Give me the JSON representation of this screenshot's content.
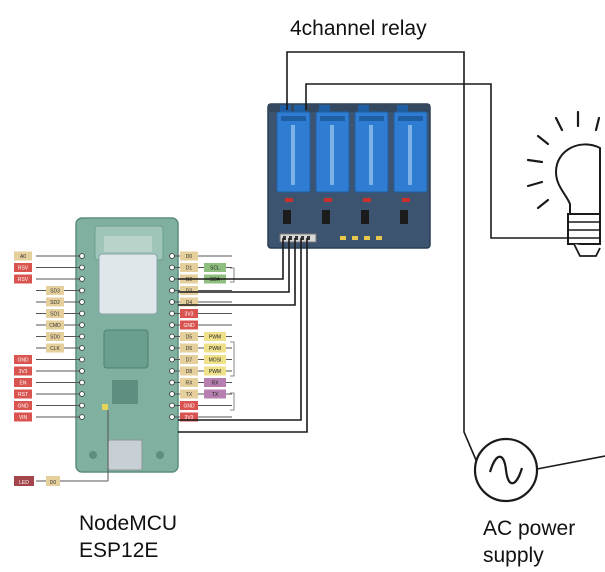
{
  "labels": {
    "relay_title": "4channel relay",
    "mcu_line1": "NodeMCU",
    "mcu_line2": "ESP12E",
    "power_line1": "AC power",
    "power_line2": "supply"
  },
  "pins_left": [
    "A0",
    "RSV",
    "RSV",
    "SD3",
    "SD2",
    "SD1",
    "CMD",
    "SD0",
    "CLK",
    "GND",
    "3V3",
    "EN",
    "RST",
    "GND",
    "VIN"
  ],
  "pins_right": [
    "D0",
    "D1",
    "D2",
    "D3",
    "D4",
    "3V3",
    "GND",
    "D5",
    "D6",
    "D7",
    "D8",
    "RX",
    "TX",
    "GND",
    "3V3"
  ],
  "pin_functions": [
    "SCL",
    "SDA",
    "PWM",
    "PWM",
    "MOSI",
    "PWM",
    "RX",
    "TX"
  ],
  "bottom_pin": {
    "name": "D0",
    "tag": "LED"
  },
  "colors": {
    "wire": "#1a1a1a",
    "relay_board": "#3d5470",
    "relay_module": "#2f7dd3",
    "mcu_board": "#7fb0a0",
    "pin_label": "#e5cf9b",
    "pin_power": "#d9534f"
  }
}
